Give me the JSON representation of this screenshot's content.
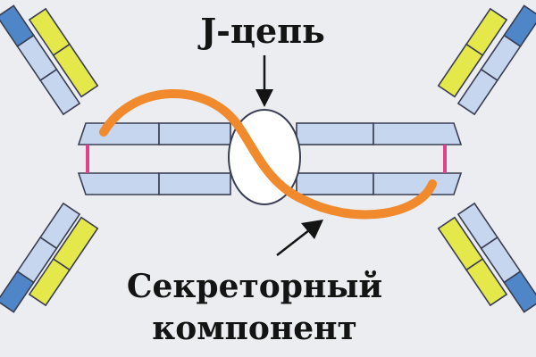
{
  "diagram": {
    "labels": {
      "j_chain": "J-цепь",
      "secretory_line1": "Секреторный",
      "secretory_line2": "компонент"
    },
    "colors": {
      "background": "#ecedf1",
      "light_chain_yellow": "#e5e84a",
      "variable_blue": "#4f86c8",
      "constant_light_blue": "#c6d6ee",
      "segment_outline": "#3a3e52",
      "disulfide_bond": "#e0408c",
      "secretory_component": "#f08a2c",
      "j_chain_fill": "#ffffff",
      "arrow": "#141414",
      "text": "#141414"
    }
  }
}
